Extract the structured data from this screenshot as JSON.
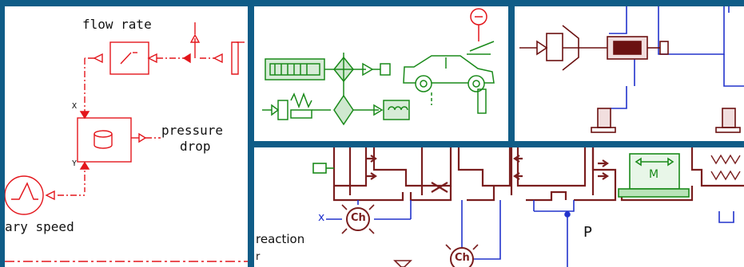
{
  "colors": {
    "background": "#0f5c87",
    "signal_red": "#e3161c",
    "mech_green": "#1a8a1a",
    "hydraulic_brown": "#7a1e1e",
    "line_blue": "#2233cc"
  },
  "panel_signal": {
    "flow_rate_label": "flow rate",
    "pressure_label": "pressure",
    "drop_label": "drop",
    "speed_label": "ary speed",
    "port_x": "X",
    "port_y": "Y"
  },
  "panel_vehicle": {
    "icons": [
      "engine-block-icon",
      "gear-junction-icon",
      "car-icon",
      "gauge-icon",
      "spring-damper-icon",
      "clutch-icon",
      "coil-icon"
    ]
  },
  "panel_actuator": {
    "icons": [
      "actuator-icon",
      "valve-block-icon",
      "sensor-icon"
    ]
  },
  "panel_hydraulic": {
    "ch_label_1": "Ch",
    "ch_label_2": "Ch",
    "motor_label": "M",
    "x_label": "x",
    "reaction_label": "reaction",
    "r_label": "r",
    "p_label": "P"
  }
}
